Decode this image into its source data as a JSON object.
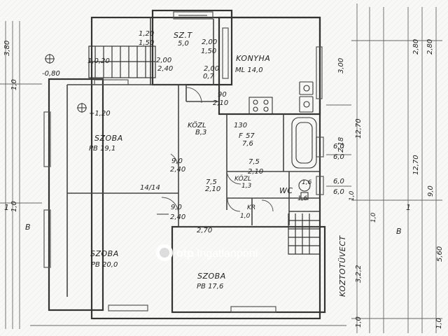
{
  "rooms": [
    {
      "key": "szt",
      "name": "SZ.T",
      "code": "5,0"
    },
    {
      "key": "konyha",
      "name": "KONYHA",
      "code": "ML 14,0"
    },
    {
      "key": "kozl",
      "name": "KÖZL",
      "code": "B,3"
    },
    {
      "key": "szoba1",
      "name": "SZOBA",
      "code": "PB 19,1"
    },
    {
      "key": "szoba2",
      "name": "SZOBA",
      "code": "PB 20,0"
    },
    {
      "key": "szoba3",
      "name": "SZOBA",
      "code": "PB 17,6"
    },
    {
      "key": "f",
      "name": "F",
      "code": "57"
    },
    {
      "key": "f2",
      "name": "",
      "code": "7,6"
    },
    {
      "key": "kozl2",
      "name": "KÖZL",
      "code": "1,3"
    },
    {
      "key": "wc",
      "name": "WC",
      "code": "1,6"
    },
    {
      "key": "kr",
      "name": "KR",
      "code": "1,0"
    }
  ],
  "openings": [
    "1,20",
    "1,50",
    "2,00",
    "1,50",
    "1,0,20",
    "2,00",
    "2,40",
    "90",
    "2,10",
    "9,0",
    "2,40",
    "9,0",
    "2,40",
    "7,5",
    "2,10",
    "7,5",
    "2,10",
    "130",
    "14/14",
    "-0,80",
    "+1,20",
    "2,70",
    "1,6",
    "2,00",
    "0,7"
  ],
  "right_dims": [
    "3,00",
    "2,18",
    "12,70",
    "6,0",
    "6,0",
    "6,0",
    "6,0",
    "1,0",
    "2,80",
    "2,80",
    "12,70",
    "9,0",
    "1,0",
    "5,60",
    "3,2,2",
    "1,0",
    "1,0"
  ],
  "left_dims": [
    "3,80",
    "1,0",
    "1,0"
  ],
  "section_marks": [
    "B",
    "B",
    "1",
    "1"
  ],
  "vertical_note": "KOZTOTÜVECT",
  "watermark": {
    "brand": "otp",
    "text": "Ingatlanpont"
  }
}
